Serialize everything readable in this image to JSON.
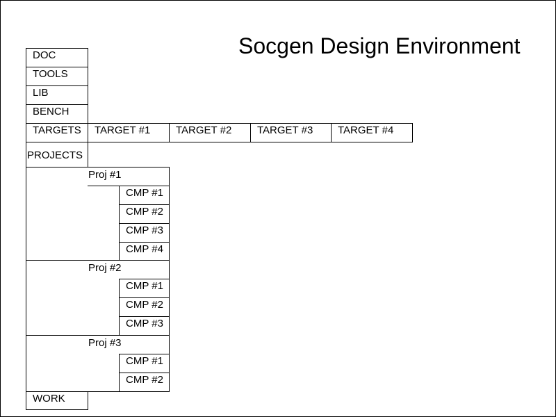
{
  "title": "Socgen Design Environment",
  "menu": {
    "doc": "DOC",
    "tools": "TOOLS",
    "lib": "LIB",
    "bench": "BENCH",
    "targets": "TARGETS",
    "projects": "PROJECTS",
    "work": "WORK"
  },
  "targets": [
    "TARGET #1",
    "TARGET #2",
    "TARGET #3",
    "TARGET #4"
  ],
  "projects": [
    {
      "name": "Proj #1",
      "components": [
        "CMP #1",
        "CMP #2",
        "CMP #3",
        "CMP #4"
      ]
    },
    {
      "name": "Proj #2",
      "components": [
        "CMP #1",
        "CMP #2",
        "CMP #3"
      ]
    },
    {
      "name": "Proj #3",
      "components": [
        "CMP #1",
        "CMP #2"
      ]
    }
  ]
}
